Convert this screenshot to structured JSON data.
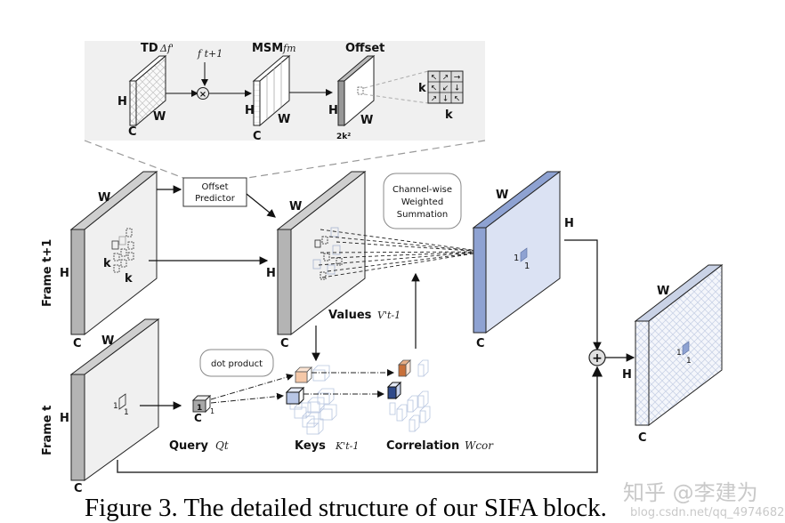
{
  "inset": {
    "td_label": "TD",
    "td_symbol": "Δf'",
    "f_next_symbol": "f t+1",
    "msm_label": "MSM",
    "msm_symbol": "fm",
    "offset_label": "Offset",
    "dims": {
      "H": "H",
      "W": "W",
      "C": "C",
      "k": "k",
      "two_k2": "2k²"
    },
    "offset_grid_arrows": [
      "↖",
      "↗",
      "→",
      "↖",
      "↙",
      "↓",
      "↗",
      "↓",
      "↖"
    ]
  },
  "main": {
    "frame_next_label": "Frame t+1",
    "frame_t_label": "Frame t",
    "offset_predictor_label": [
      "Offset",
      "Predictor"
    ],
    "channel_wise_label": [
      "Channel-wise",
      "Weighted",
      "Summation"
    ],
    "dot_product_label": "dot product",
    "values_label": "Values",
    "values_symbol": "V't-1",
    "query_label": "Query",
    "query_symbol": "Qt",
    "keys_label": "Keys",
    "keys_symbol": "K't-1",
    "correlation_label": "Correlation",
    "correlation_symbol": "Wcor",
    "dims": {
      "H": "H",
      "W": "W",
      "C": "C",
      "k": "k",
      "one": "1"
    }
  },
  "caption": "Figure 3. The detailed structure of our SIFA block.",
  "watermark": {
    "line1": "知乎 @李建为",
    "line2": "blog.csdn.net/qq_49746822"
  },
  "colors": {
    "panel_gray": "#f0f0f0",
    "side_gray": "#b4b4b4",
    "blue_face": "#dbe2f3",
    "blue_side": "#8ea2d2",
    "key_orange": "#f5c8a8",
    "corr_orange": "#c8703a",
    "corr_blue": "#2f4a8a"
  }
}
